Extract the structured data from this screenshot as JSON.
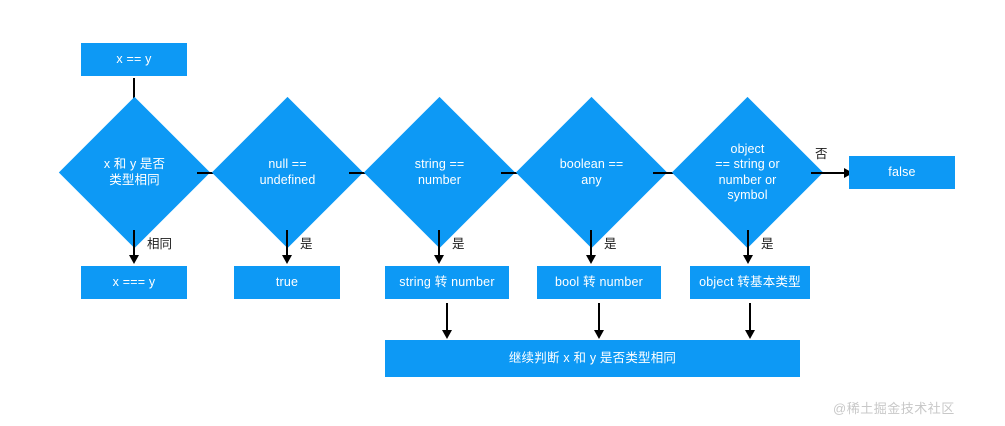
{
  "diagram": {
    "type": "flowchart",
    "title_text": "",
    "accent_color": "#0d99f5",
    "background_color": "#ffffff",
    "arrow_color": "#000000",
    "node_text_color": "#ffffff",
    "label_text_color": "#1a1a1a"
  },
  "nodes": {
    "start": {
      "label": "x == y"
    },
    "decision_1": {
      "label": "x 和 y 是否\n类型相同"
    },
    "decision_2": {
      "label": "null ==\nundefined"
    },
    "decision_3": {
      "label": "string ==\nnumber"
    },
    "decision_4": {
      "label": "boolean ==\nany"
    },
    "decision_5": {
      "label": "object\n== string or\nnumber or\nsymbol"
    },
    "result_false": {
      "label": "false"
    },
    "result_strict_eq": {
      "label": "x === y"
    },
    "result_true": {
      "label": "true"
    },
    "action_string_to_number": {
      "label": "string 转 number"
    },
    "action_bool_to_number": {
      "label": "bool 转 number"
    },
    "action_object_to_primitive": {
      "label": "object 转基本类型"
    },
    "loop_back": {
      "label": "继续判断 x 和 y 是否类型相同"
    }
  },
  "edge_labels": {
    "d1_same": "相同",
    "d2_yes": "是",
    "d3_yes": "是",
    "d4_yes": "是",
    "d5_yes": "是",
    "d5_no": "否"
  },
  "watermark": {
    "text": "@稀土掘金技术社区"
  }
}
